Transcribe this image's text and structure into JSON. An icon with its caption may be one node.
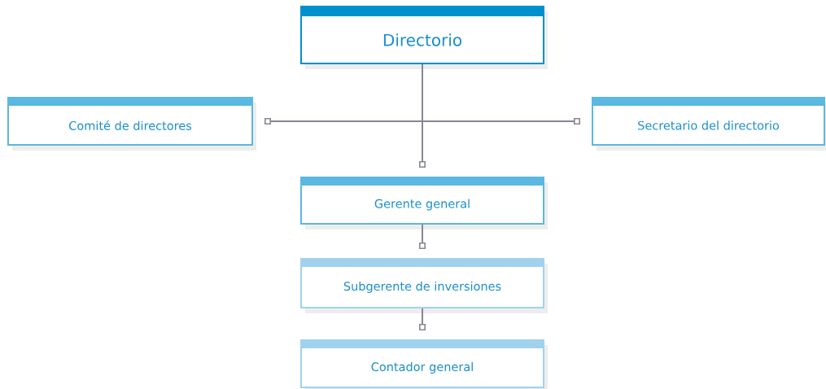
{
  "diagram": {
    "nodes": [
      {
        "text": [
          "Directorio"
        ]
      },
      {
        "text": [
          "Comité de directores"
        ]
      },
      {
        "text": [
          "Secretario del directorio"
        ]
      },
      {
        "text": [
          "Gerente general"
        ]
      },
      {
        "text": [
          "Subgerente de inversiones"
        ]
      },
      {
        "text": [
          "Contador general"
        ]
      }
    ],
    "edges": [
      {
        "from": 0,
        "to": 1,
        "arrow": "other"
      },
      {
        "from": 0,
        "to": 2,
        "arrow": "other"
      },
      {
        "from": 0,
        "to": 3,
        "arrow": "other"
      },
      {
        "from": 3,
        "to": 4,
        "arrow": "other"
      },
      {
        "from": 4,
        "to": 5,
        "arrow": "other"
      }
    ]
  }
}
